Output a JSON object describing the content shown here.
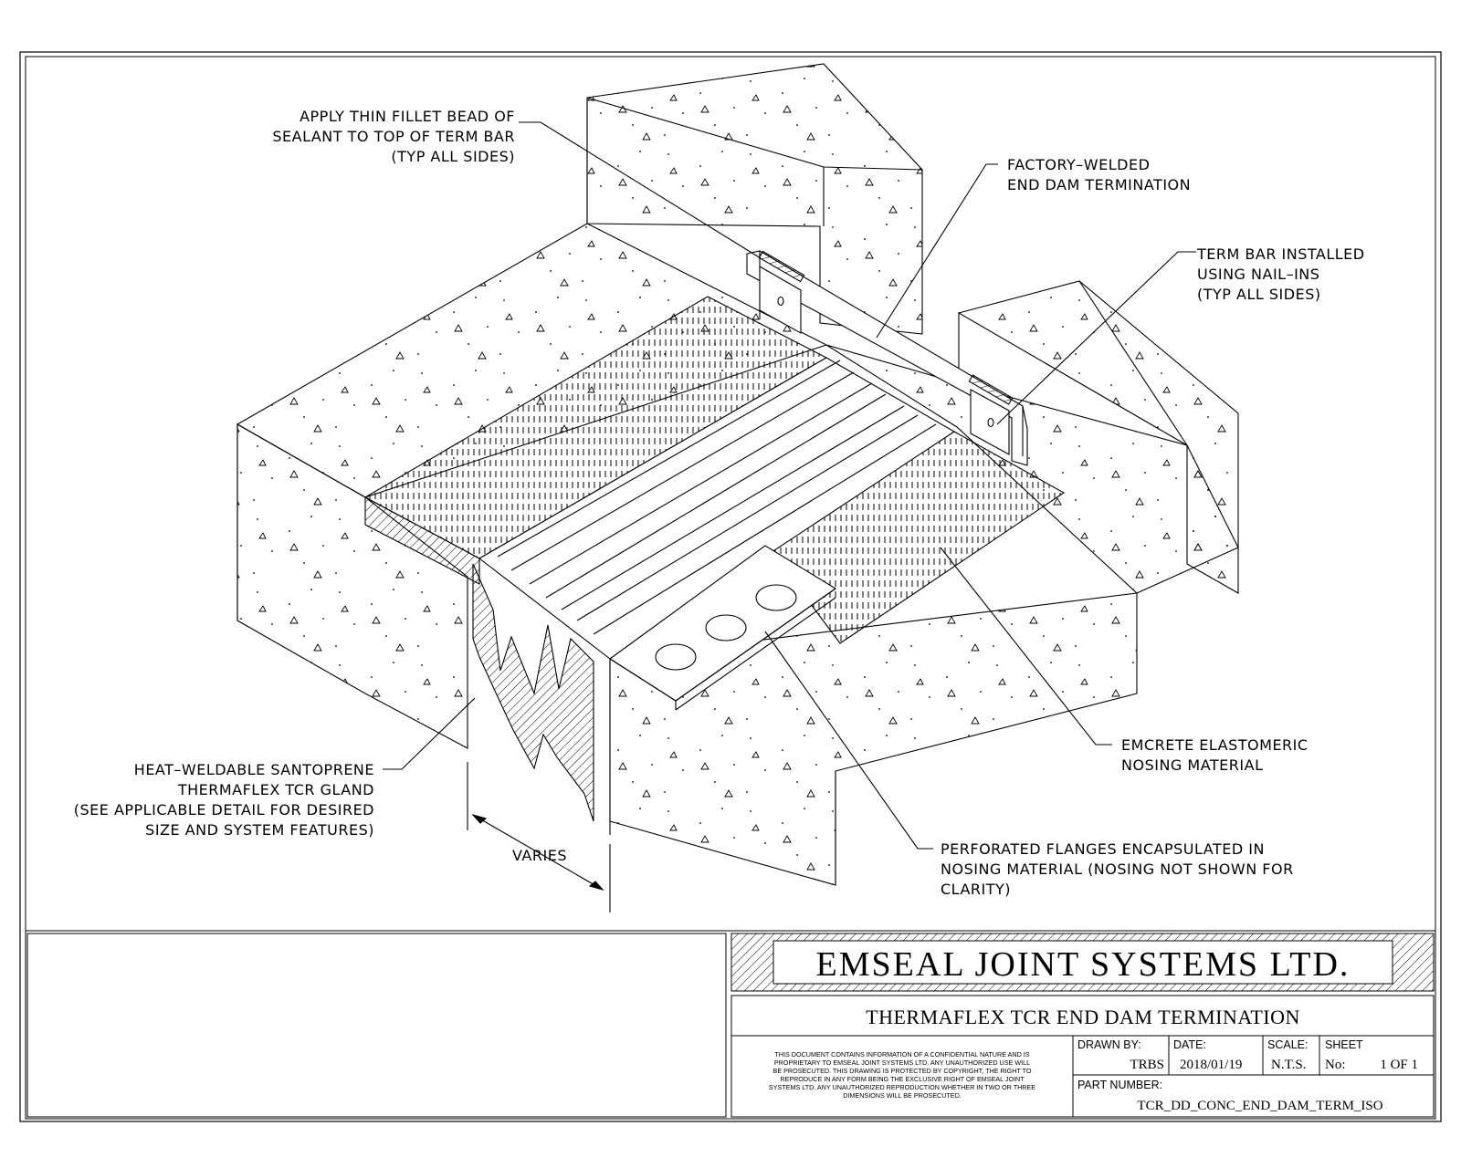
{
  "callouts": {
    "sealant": [
      "APPLY THIN FILLET BEAD OF",
      "SEALANT TO TOP OF TERM BAR",
      "(TYP ALL SIDES)"
    ],
    "end_dam": [
      "FACTORY–WELDED",
      "END DAM TERMINATION"
    ],
    "term_bar": [
      "TERM BAR INSTALLED",
      "USING NAIL–INS",
      "(TYP ALL SIDES)"
    ],
    "gland": [
      "HEAT–WELDABLE SANTOPRENE",
      "THERMAFLEX TCR GLAND",
      "(SEE APPLICABLE DETAIL FOR DESIRED",
      "SIZE AND SYSTEM FEATURES)"
    ],
    "nosing": [
      "EMCRETE ELASTOMERIC",
      "NOSING MATERIAL"
    ],
    "flanges": [
      "PERFORATED FLANGES ENCAPSULATED IN",
      "NOSING MATERIAL (NOSING NOT SHOWN FOR",
      "CLARITY)"
    ],
    "varies": "VARIES"
  },
  "title_block": {
    "company": "EMSEAL JOINT SYSTEMS LTD.",
    "drawing_title": "THERMAFLEX TCR END DAM TERMINATION",
    "confidential": [
      "THIS DOCUMENT CONTAINS INFORMATION OF A CONFIDENTIAL NATURE AND IS",
      "PROPRIETARY TO EMSEAL JOINT SYSTEMS LTD. ANY UNAUTHORIZED USE WILL",
      "BE PROSECUTED. THIS DRAWING IS PROTECTED BY COPYRIGHT, THE RIGHT TO",
      "REPRODUCE IN ANY FORM BEING THE EXCLUSIVE RIGHT OF EMSEAL JOINT",
      "SYSTEMS LTD. ANY UNAUTHORIZED REPRODUCTION WHETHER IN TWO OR THREE",
      "DIMENSIONS WILL BE PROSECUTED."
    ],
    "drawn_by_label": "DRAWN BY:",
    "drawn_by": "TRBS",
    "date_label": "DATE:",
    "date": "2018/01/19",
    "scale_label": "SCALE:",
    "scale": "N.T.S.",
    "sheet_label": "SHEET",
    "sheet_no_label": "No:",
    "sheet": "1 OF 1",
    "part_number_label": "PART NUMBER:",
    "part_number": "TCR_DD_CONC_END_DAM_TERM_ISO"
  }
}
